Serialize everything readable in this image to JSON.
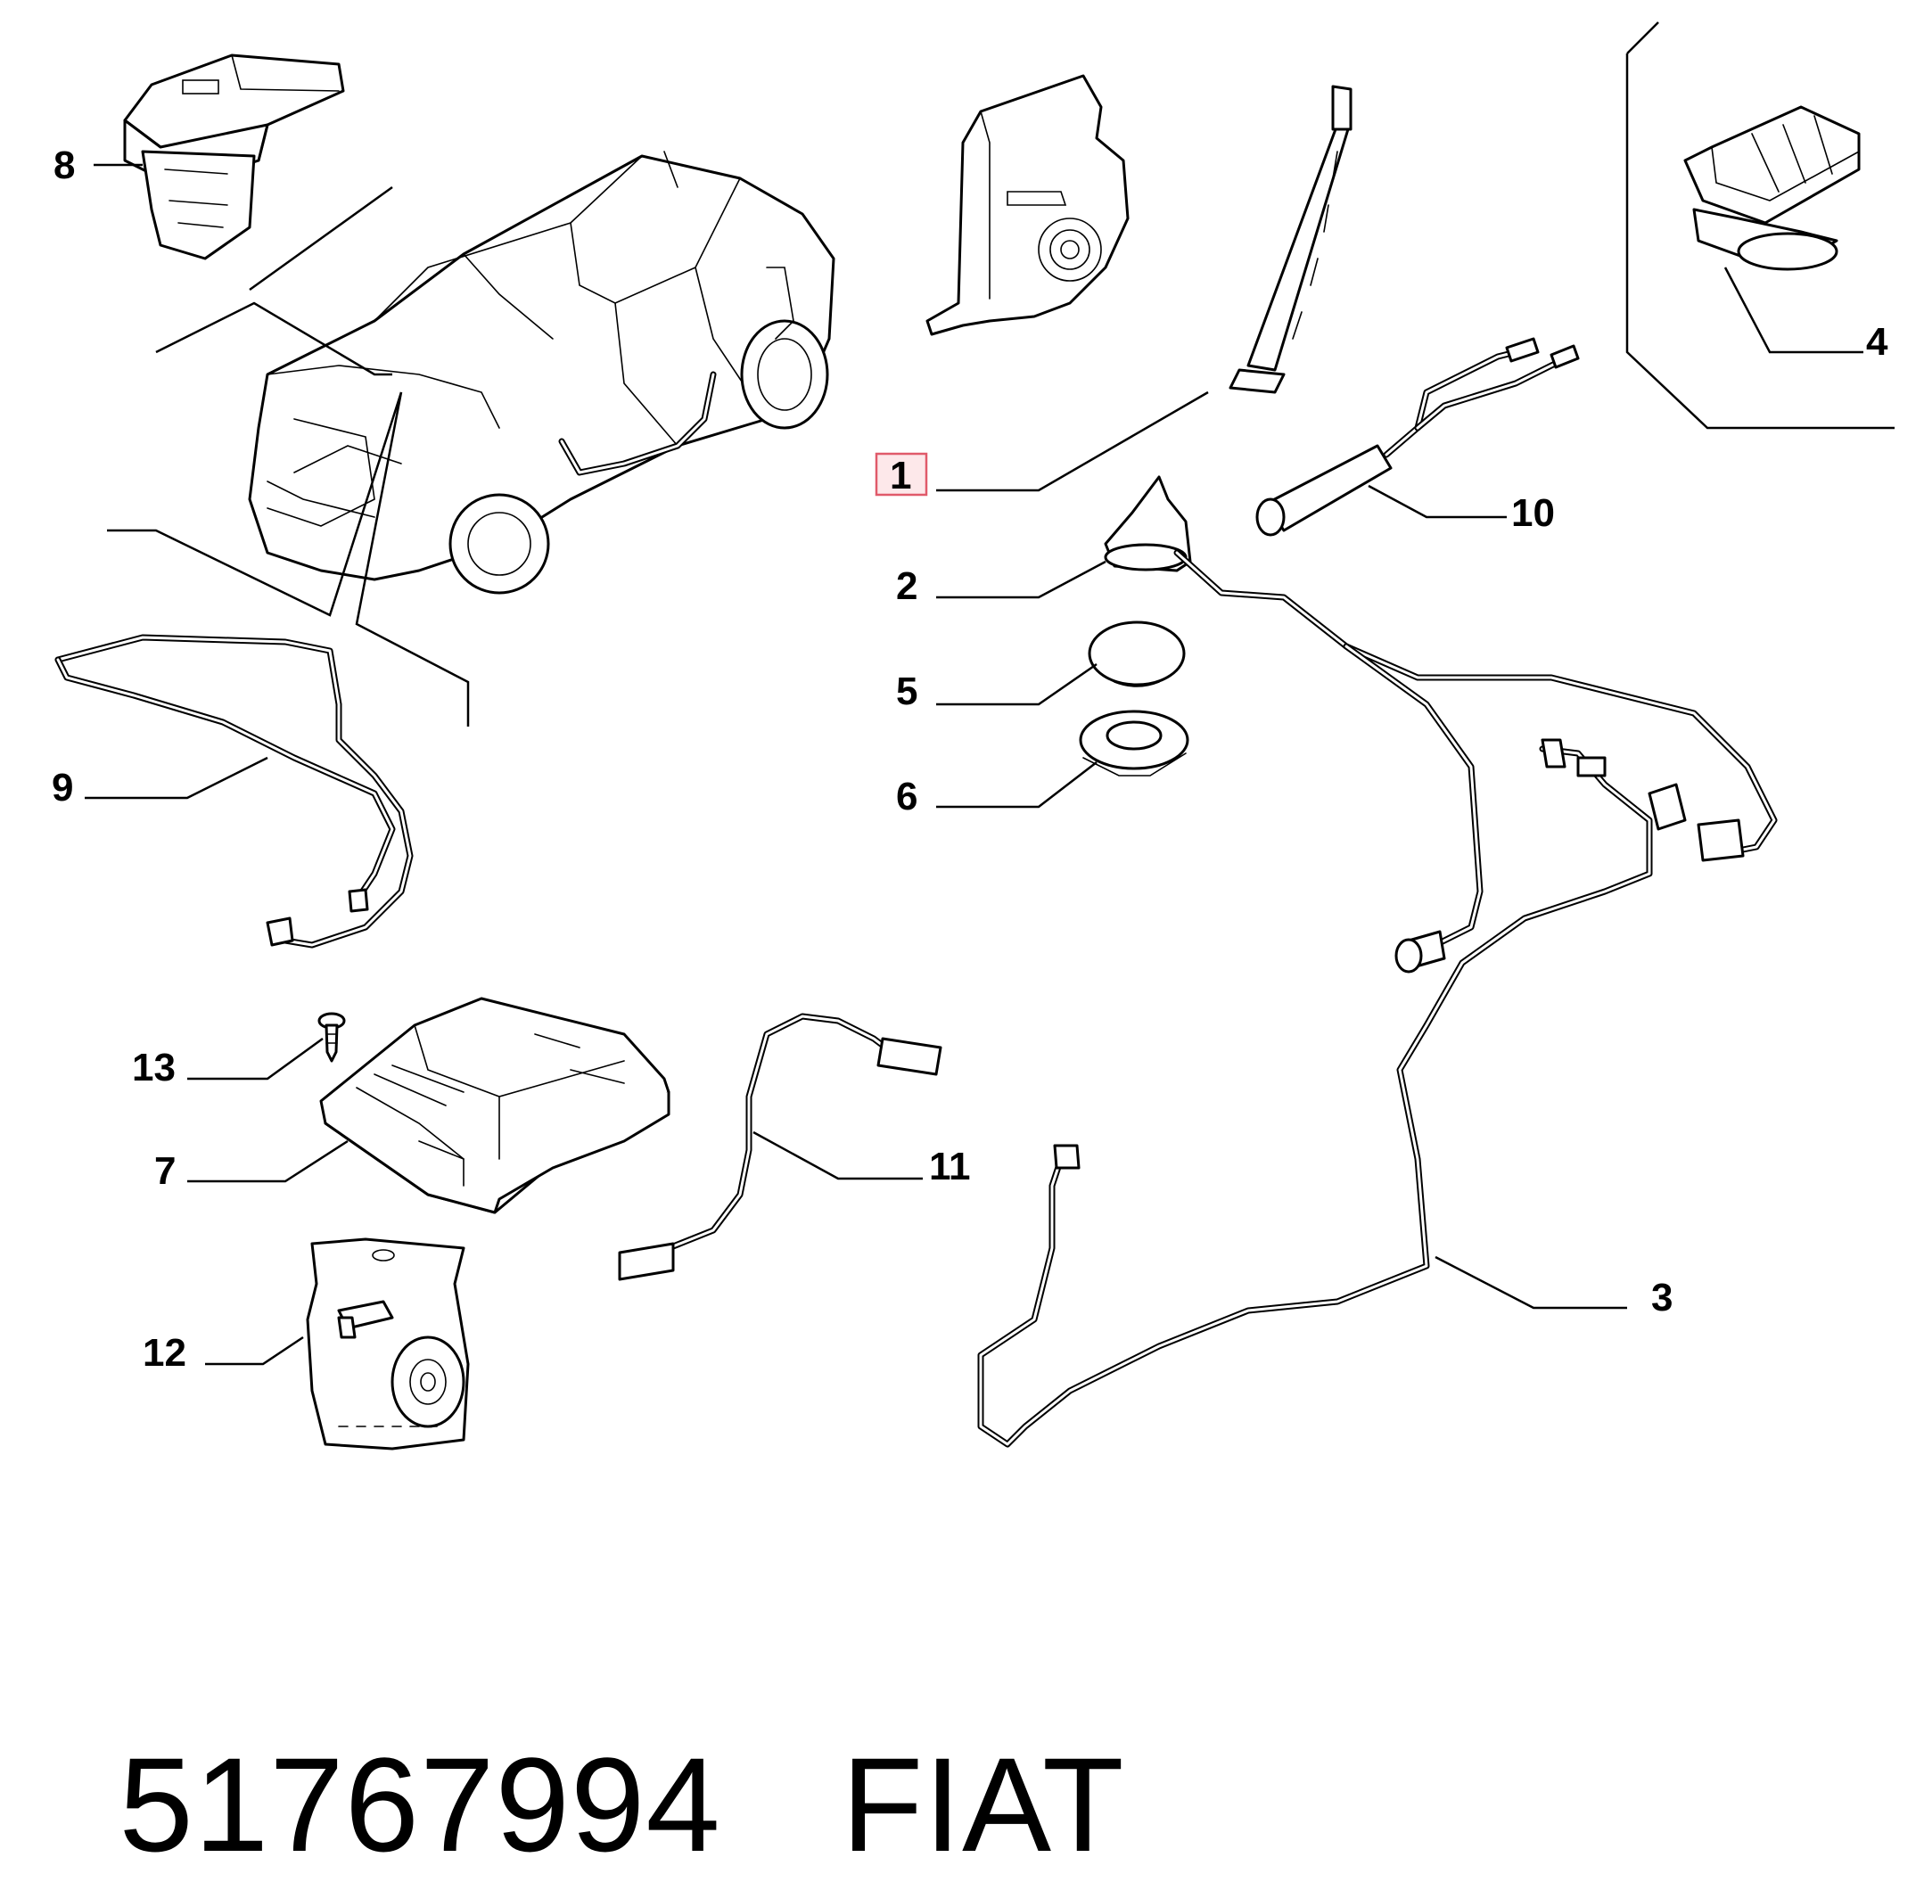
{
  "callouts": [
    {
      "id": "8",
      "text": "8"
    },
    {
      "id": "1",
      "text": "1",
      "highlighted": true
    },
    {
      "id": "10",
      "text": "10"
    },
    {
      "id": "4",
      "text": "4"
    },
    {
      "id": "2",
      "text": "2"
    },
    {
      "id": "5",
      "text": "5"
    },
    {
      "id": "6",
      "text": "6"
    },
    {
      "id": "9",
      "text": "9"
    },
    {
      "id": "13",
      "text": "13"
    },
    {
      "id": "7",
      "text": "7"
    },
    {
      "id": "11",
      "text": "11"
    },
    {
      "id": "3",
      "text": "3"
    },
    {
      "id": "12",
      "text": "12"
    }
  ],
  "footer": {
    "part_number": "51767994",
    "brand": "FIAT"
  },
  "colors": {
    "line": "#000000",
    "background": "#ffffff",
    "highlight_border": "#e05a6a",
    "highlight_fill": "#fde8ea"
  }
}
